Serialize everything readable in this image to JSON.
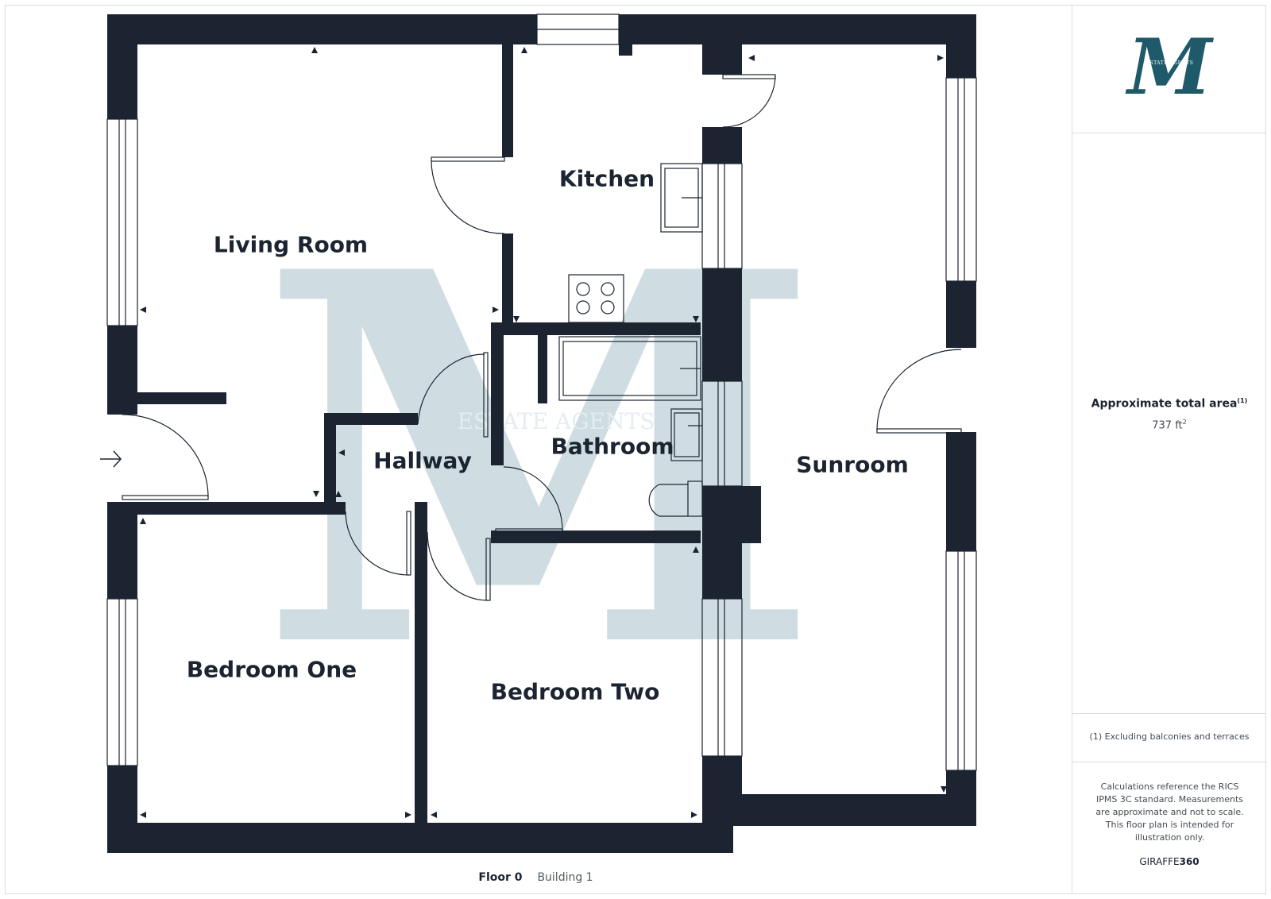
{
  "logo": {
    "monogram": "M",
    "tagline": "ESTATE AGENTS",
    "color": "#1f5a6b"
  },
  "watermark": {
    "monogram": "M",
    "tagline": "ESTATE AGENTS",
    "color": "#cfdde3"
  },
  "rooms": [
    {
      "id": "living-room",
      "label": "Living Room"
    },
    {
      "id": "kitchen",
      "label": "Kitchen"
    },
    {
      "id": "hallway",
      "label": "Hallway"
    },
    {
      "id": "bathroom",
      "label": "Bathroom"
    },
    {
      "id": "sunroom",
      "label": "Sunroom"
    },
    {
      "id": "bedroom-one",
      "label": "Bedroom One"
    },
    {
      "id": "bedroom-two",
      "label": "Bedroom Two"
    }
  ],
  "floor_caption": {
    "floor": "Floor 0",
    "building": "Building 1"
  },
  "sidebar": {
    "area_title": "Approximate total area",
    "area_footnote_marker": "(1)",
    "area_value": "737 ft",
    "area_unit_sup": "2",
    "footnote": "(1) Excluding balconies and terraces",
    "disclaimer": "Calculations reference the RICS IPMS 3C standard. Measurements are approximate and not to scale. This floor plan is intended for illustration only.",
    "brand_light": "GIRAFFE",
    "brand_bold": "360"
  },
  "colors": {
    "wall": "#1b2430",
    "text": "#1b2430",
    "border": "#d8dde2"
  },
  "icons": {
    "entrance": "entrance-arrow-icon",
    "hob": "hob-icon",
    "sink": "sink-icon",
    "bath": "bathtub-icon",
    "toilet": "toilet-icon"
  }
}
